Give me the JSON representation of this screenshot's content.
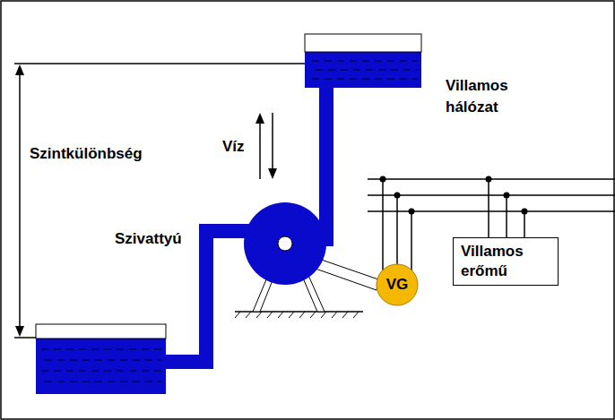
{
  "diagram": {
    "nodes": [
      {
        "text": [
          "Villamos erőmű"
        ]
      },
      {
        "text": [
          "VG"
        ]
      }
    ],
    "labels": [
      "Szintkülönbség",
      "Víz",
      "Szivattyú",
      "Villamos hálózat"
    ]
  }
}
